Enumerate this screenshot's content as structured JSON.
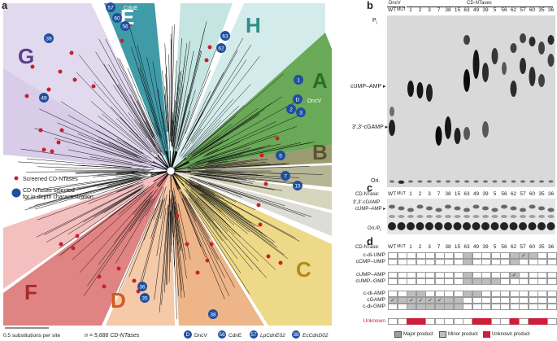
{
  "panels": {
    "a": "a",
    "b": "b",
    "c": "c",
    "d": "d"
  },
  "tree": {
    "clades": [
      {
        "letter": "G",
        "color": "#6b4b97"
      },
      {
        "letter": "E",
        "color": "#2b8fa3"
      },
      {
        "letter": "H",
        "color": "#4aa9a0"
      },
      {
        "letter": "A",
        "color": "#3f8f3a"
      },
      {
        "letter": "B",
        "color": "#7a7a4a"
      },
      {
        "letter": "C",
        "color": "#c8a12a"
      },
      {
        "letter": "D",
        "color": "#e0733a"
      },
      {
        "letter": "F",
        "color": "#c64545"
      }
    ],
    "cdne_label": "CdnE",
    "dncv_label": "DncV",
    "selected_markers": [
      "39",
      "49",
      "57",
      "60",
      "56",
      "63",
      "62",
      "1",
      "D",
      "2",
      "3",
      "5",
      "7",
      "15",
      "36",
      "35",
      "38"
    ],
    "legend": {
      "screened": "Screened CD-NTases",
      "selected_line1": "CD-NTases selected",
      "selected_line2": "for in-depth characterization"
    },
    "scale_label": "0.5 substitutions per site",
    "n_label": "n = 5,686 CD-NTases",
    "key": [
      {
        "marker": "D",
        "name": "DncV"
      },
      {
        "marker": "56",
        "name": "CdnE"
      },
      {
        "marker": "57",
        "name": "LpCdnE02"
      },
      {
        "marker": "38",
        "name": "EcCdnD02"
      }
    ]
  },
  "gel_b": {
    "header_left": "DncV",
    "header_right": "CD-NTases",
    "lanes": [
      "WT",
      "MUT",
      "1",
      "2",
      "3",
      "7",
      "38",
      "15",
      "63",
      "49",
      "39",
      "5",
      "56",
      "62",
      "57",
      "60",
      "35",
      "36"
    ],
    "pi_label": "P",
    "pi_sub": "i",
    "markers": [
      "cUMP–AMP",
      "3′,3′-cGAMP"
    ],
    "ori_label": "Ori."
  },
  "gel_c": {
    "cd_label": "CD-NTase:",
    "marker_cgamp": "3′,3′-cGAMP",
    "marker_cump": "cUMP–AMP",
    "ori_label": "Ori./P",
    "ori_sub": "i"
  },
  "grid_d": {
    "cd_label": "CD-NTase:",
    "rows": [
      "c-di-UMP",
      "cCMP–UMP",
      "cUMP–AMP",
      "cUMP–GMP",
      "c-di-AMP",
      "cGAMP",
      "c-di-GMP",
      "Unknown"
    ],
    "legend": [
      "Major product",
      "Minor product",
      "Unknown product"
    ],
    "colors": {
      "minor": "#bdbdbd",
      "unknown": "#cc1f3a",
      "tick": "#333333"
    }
  }
}
